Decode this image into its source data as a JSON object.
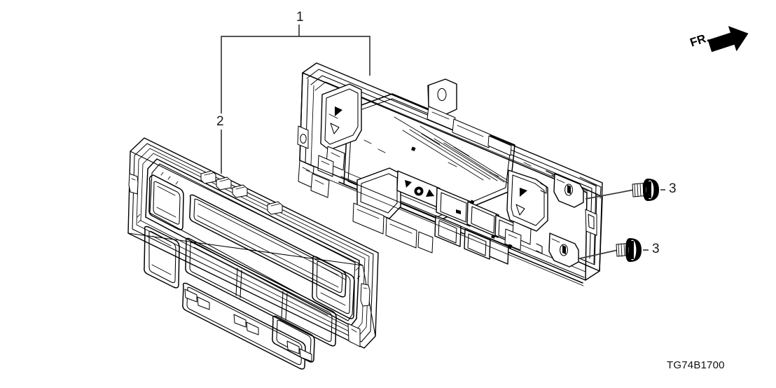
{
  "diagram": {
    "part_number": "TG74B1700",
    "orientation_marker": {
      "label": "FR.",
      "icon": "arrow-right-icon",
      "direction": "front"
    },
    "callouts": [
      {
        "id": "1",
        "label": "1",
        "refers_to": "heater-control-assembly",
        "leader": "bracket"
      },
      {
        "id": "2",
        "label": "2",
        "refers_to": "control-panel-bezel",
        "leader": "vertical-line"
      },
      {
        "id": "3a",
        "label": "3",
        "refers_to": "mounting-screw-upper",
        "leader": "horizontal-line"
      },
      {
        "id": "3b",
        "label": "3",
        "refers_to": "mounting-screw-lower",
        "leader": "horizontal-line"
      }
    ],
    "parts": [
      {
        "key": "control-unit",
        "name": "heater-control-unit",
        "callout": "1"
      },
      {
        "key": "bezel",
        "name": "control-panel-bezel",
        "callout": "2"
      },
      {
        "key": "screw-upper",
        "name": "tapping-screw",
        "callout": "3"
      },
      {
        "key": "screw-lower",
        "name": "tapping-screw",
        "callout": "3"
      }
    ],
    "colors": {
      "line": "#000000",
      "leader": "#444444",
      "background": "#ffffff"
    }
  }
}
